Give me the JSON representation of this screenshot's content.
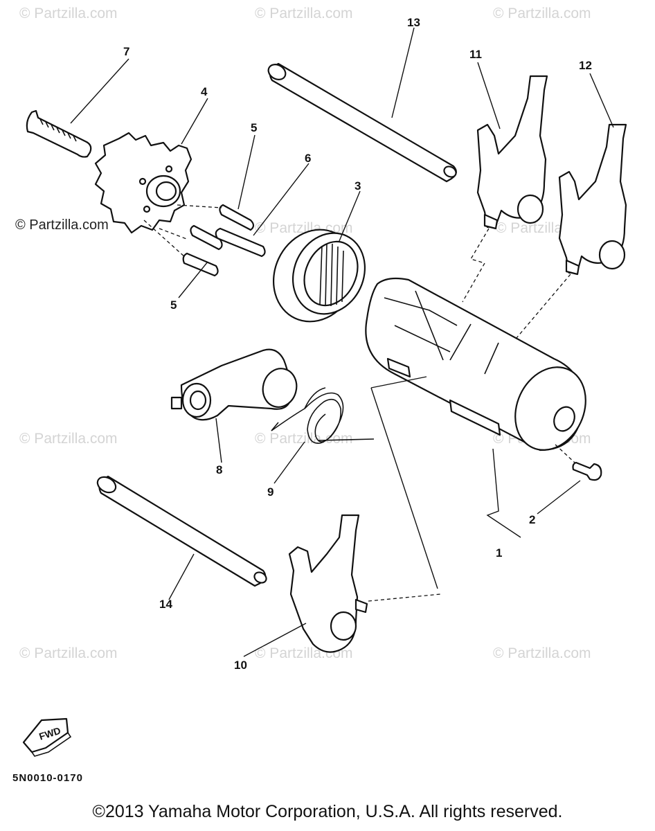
{
  "watermarks": [
    "© Partzilla.com",
    "© Partzilla.com",
    "© Partzilla.com",
    "© Partzilla.com",
    "© Partzilla.com",
    "© Partzilla.com",
    "© Partzilla.com",
    "© Partzilla.com",
    "© Partzilla.com",
    "© Partzilla.com"
  ],
  "watermark_side": "© Partzilla.com",
  "callouts": [
    "1",
    "2",
    "3",
    "4",
    "5",
    "5",
    "6",
    "7",
    "8",
    "9",
    "10",
    "11",
    "12",
    "13",
    "14"
  ],
  "fwd_label": "FWD",
  "diagram_code": "5N0010-0170",
  "copyright": "©2013 Yamaha Motor Corporation, U.S.A. All rights reserved."
}
